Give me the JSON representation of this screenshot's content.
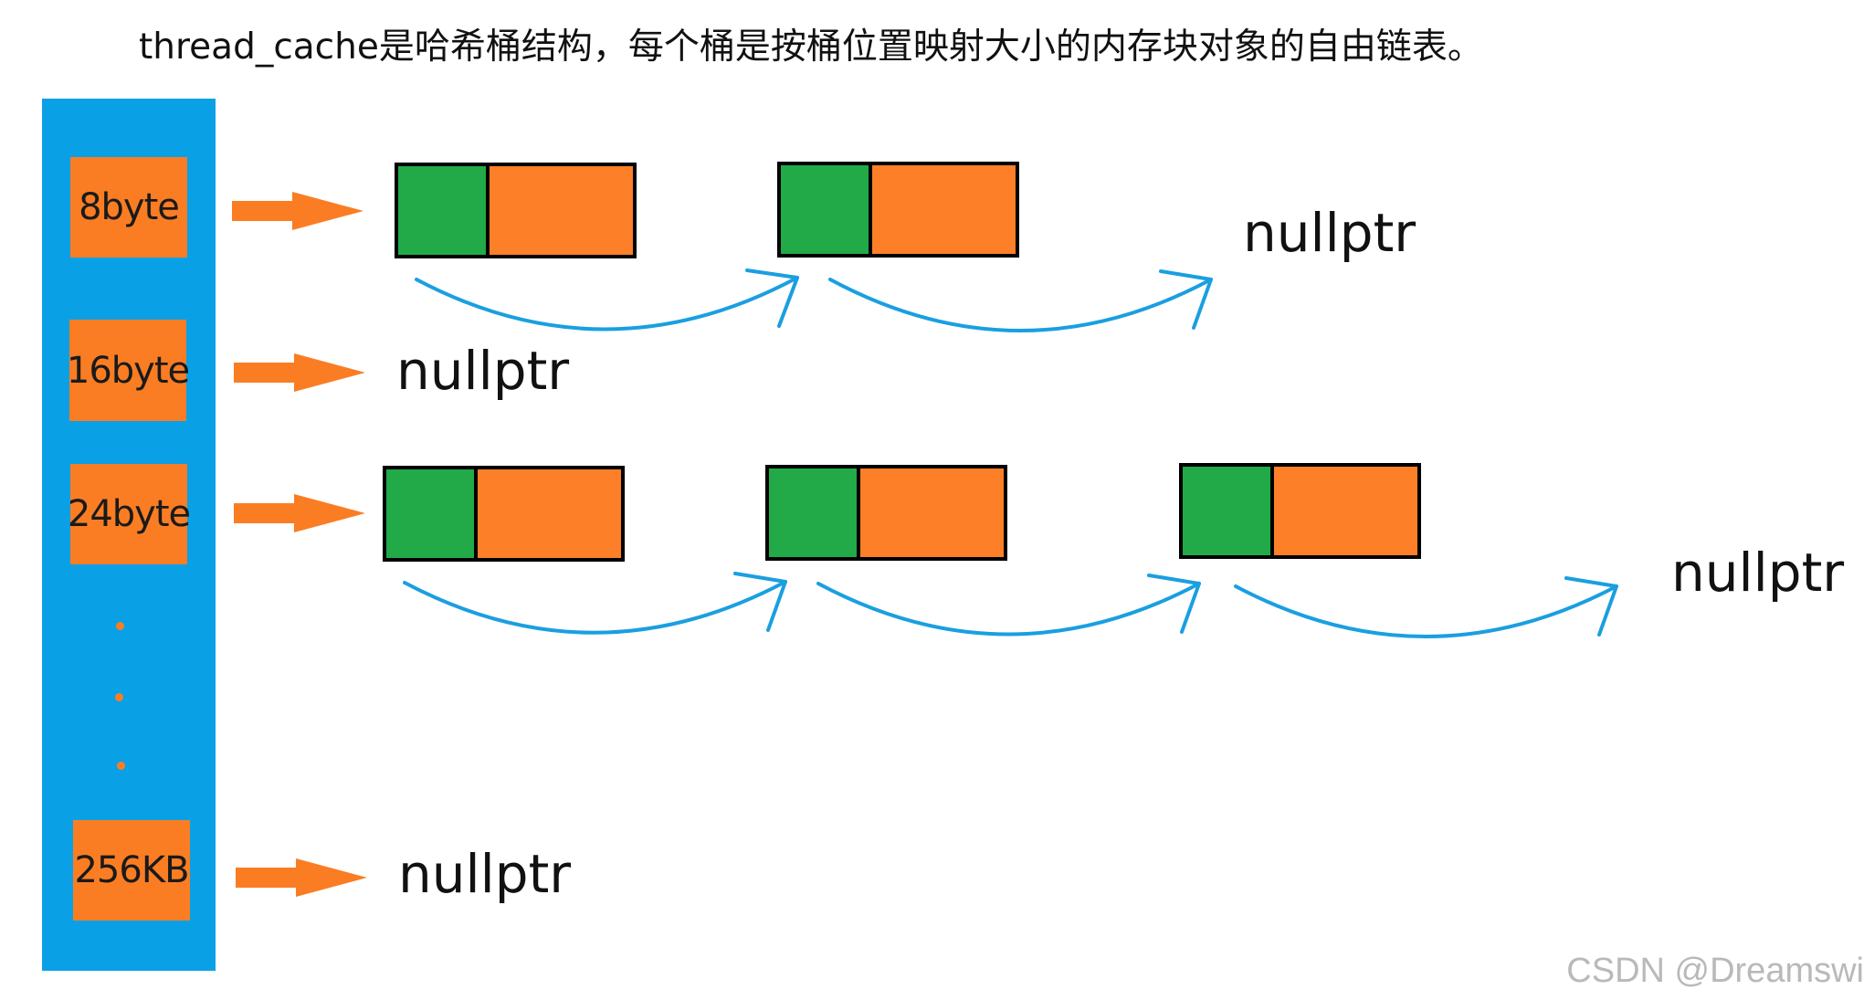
{
  "caption": "thread_cache是哈希桶结构，每个桶是按桶位置映射大小的内存块对象的自由链表。",
  "buckets": [
    {
      "label": "8byte"
    },
    {
      "label": "16byte"
    },
    {
      "label": "24byte"
    },
    {
      "label": "256KB"
    }
  ],
  "null_labels": [
    "nullptr",
    "nullptr",
    "nullptr",
    "nullptr"
  ],
  "watermark": "CSDN @Dreamswi",
  "colors": {
    "table": "#0aa0e6",
    "bucket": "#fa7d23",
    "pointer_arrow": "#fa7d23",
    "block_head": "#21aa47",
    "block_body": "#fd7f27",
    "link_arrow": "#1a9fe0"
  },
  "icons": {
    "pointer": "thick-right-arrow-icon",
    "link": "curved-arrow-icon"
  }
}
